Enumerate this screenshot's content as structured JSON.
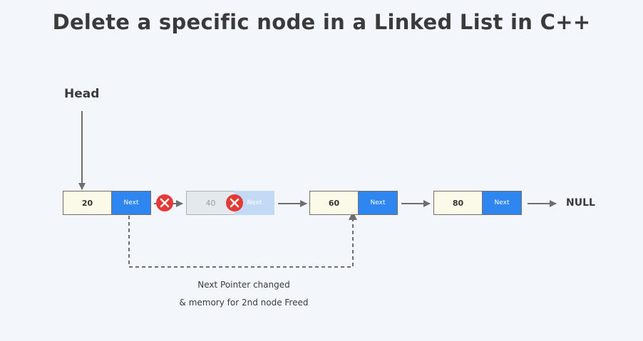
{
  "title": "Delete a specific node in a Linked List in C++",
  "head_label": "Head",
  "null_label": "NULL",
  "next_label": "Next",
  "nodes": [
    {
      "value": "20",
      "deleted": false
    },
    {
      "value": "40",
      "deleted": true
    },
    {
      "value": "60",
      "deleted": false
    },
    {
      "value": "80",
      "deleted": false
    }
  ],
  "caption": {
    "line1": "Next Pointer changed",
    "line2": "& memory for 2nd node Freed"
  },
  "colors": {
    "next_box": "#2e86ee",
    "data_box": "#fbf9e8",
    "cross_marker": "#e53935",
    "arrow": "#6e6e6e"
  },
  "icons": [
    "cross-icon"
  ]
}
